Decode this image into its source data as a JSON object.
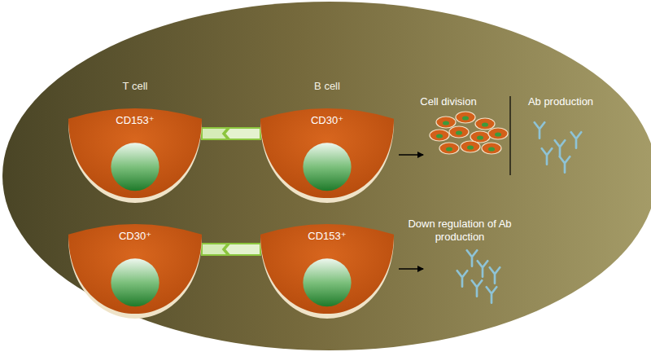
{
  "diagram": {
    "nodes": [
      {
        "text": [
          "T cell",
          "CD153⁺"
        ]
      },
      {
        "text": [
          "B cell",
          "CD30⁺"
        ]
      },
      {
        "text": [
          "CD30⁺"
        ]
      },
      {
        "text": [
          "CD153⁺"
        ]
      }
    ],
    "edges": [
      {
        "from": 0,
        "to": 1,
        "arrow": "none"
      },
      {
        "from": 2,
        "to": 3,
        "arrow": "none"
      }
    ],
    "labels": [
      "Cell division",
      "Ab production",
      "Down regulation of Ab production"
    ]
  }
}
